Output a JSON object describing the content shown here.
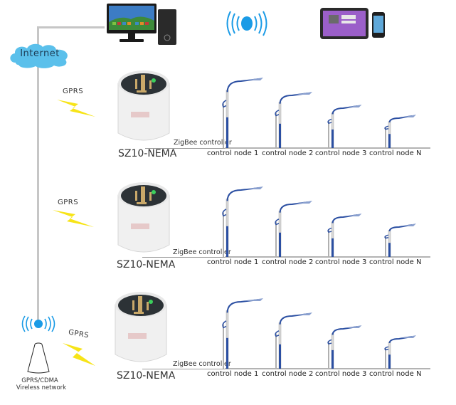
{
  "diagram": {
    "title": "",
    "colors": {
      "accent_blue": "#1a9be6",
      "cloud_blue": "#5bc0eb",
      "lightning_yellow": "#f7e418",
      "pole_blue": "#2b4fa2",
      "connector_gray": "#c6c6c6"
    },
    "top": {
      "devices": [
        {
          "name": "desktop-computer",
          "icon": "desktop-computer-icon"
        },
        {
          "name": "wireless-signal",
          "icon": "wifi-signal-icon"
        },
        {
          "name": "tablet-and-phone",
          "icon": "tablet-phone-icon"
        }
      ]
    },
    "internet": {
      "label": "Internet"
    },
    "base_station": {
      "label_line1": "GPRS/CDMA",
      "label_line2": "Vireless network"
    },
    "rows": [
      {
        "gprs_label": "GPRS",
        "controller_model": "SZ10-NEMA",
        "zigbee_label": "ZigBee controller",
        "nodes": [
          "control node 1",
          "control node 2",
          "control node 3",
          "control node N"
        ]
      },
      {
        "gprs_label": "GPRS",
        "controller_model": "SZ10-NEMA",
        "zigbee_label": "ZigBee controller",
        "nodes": [
          "control node 1",
          "control node 2",
          "control node 3",
          "control node N"
        ]
      },
      {
        "gprs_label": "GPRS",
        "controller_model": "SZ10-NEMA",
        "zigbee_label": "ZigBee controller",
        "nodes": [
          "control node 1",
          "control node 2",
          "control node 3",
          "control node N"
        ]
      }
    ]
  }
}
